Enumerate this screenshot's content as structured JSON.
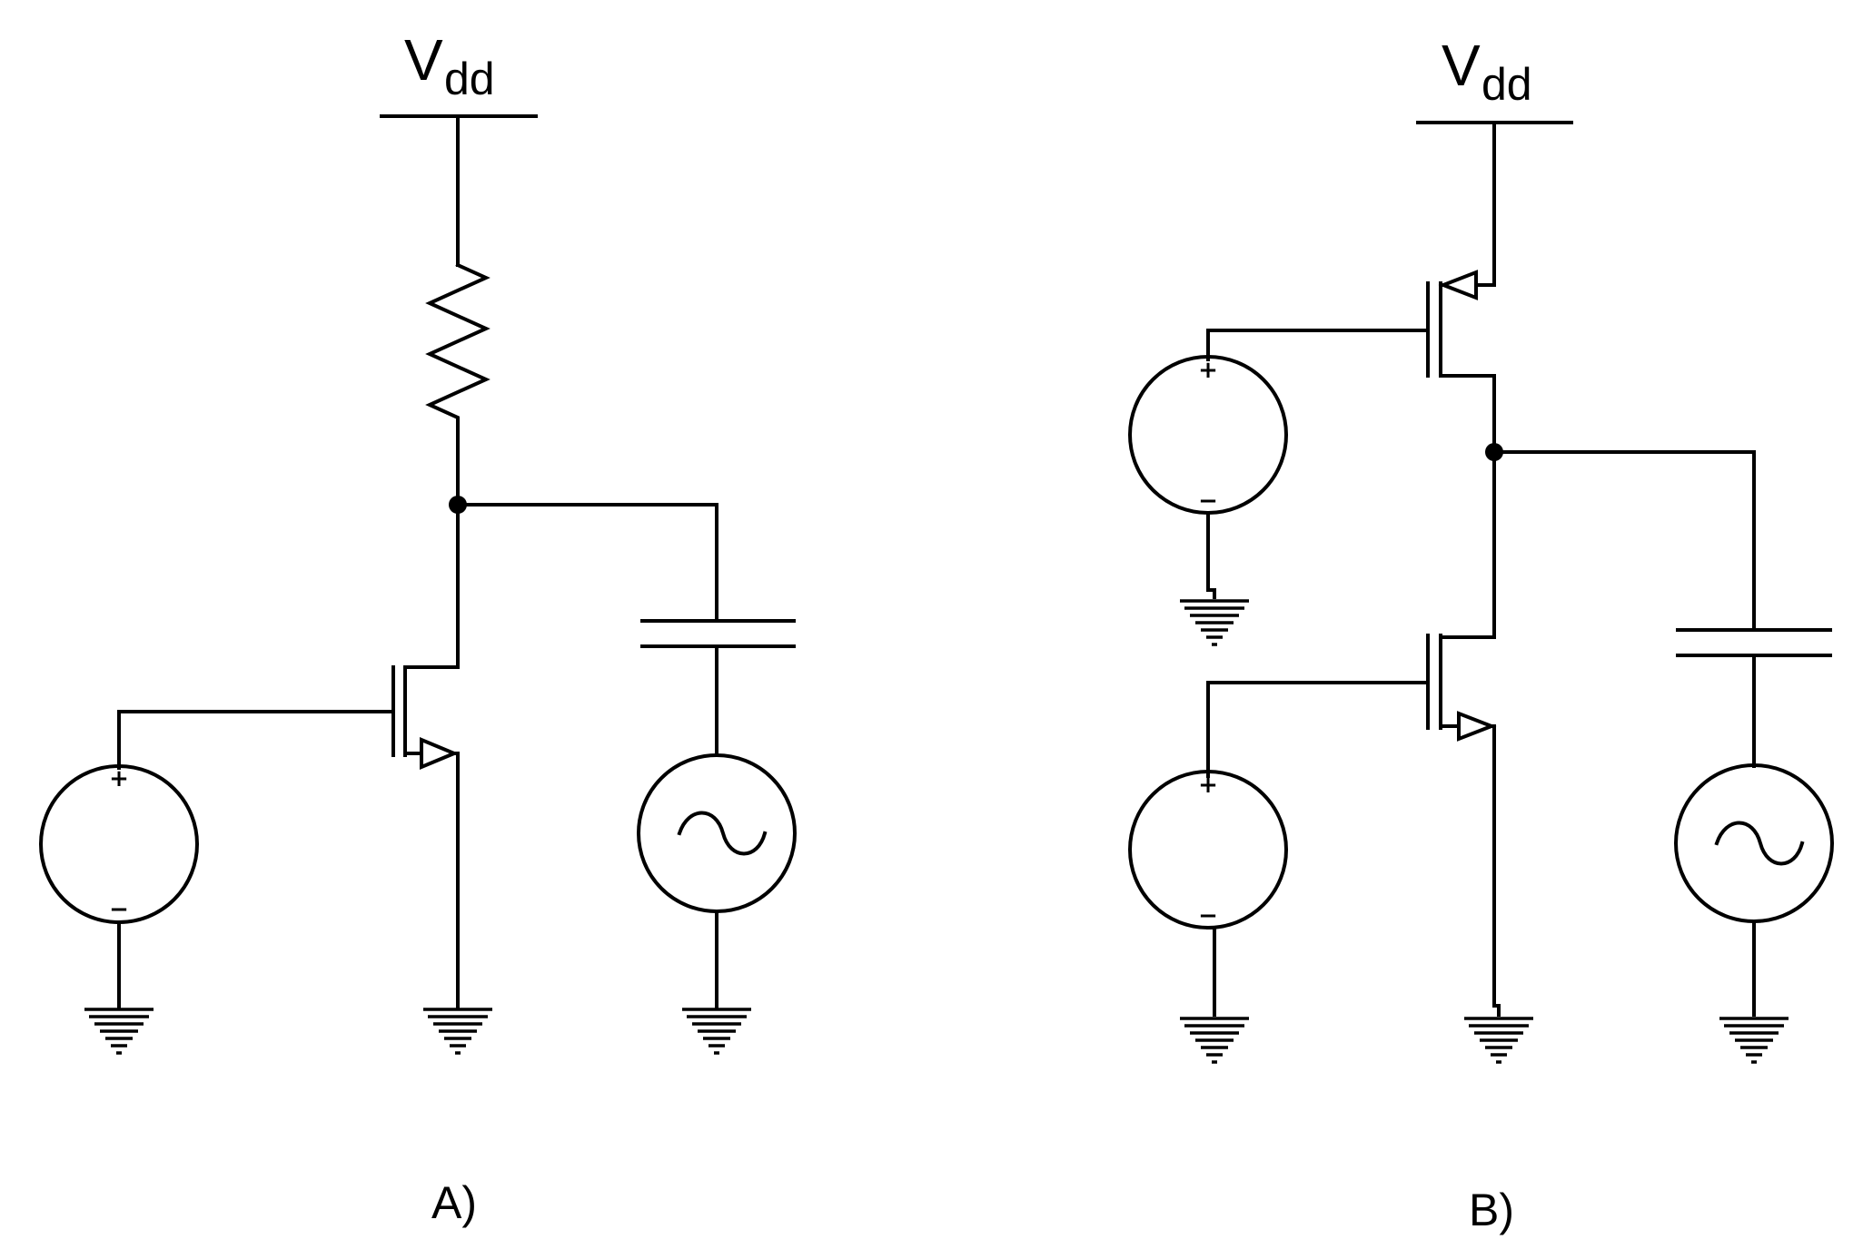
{
  "circuit_a": {
    "supply_label": {
      "main": "V",
      "sub": "dd"
    },
    "caption": "A)",
    "source_plus": "+",
    "source_minus": "−"
  },
  "circuit_b": {
    "supply_label": {
      "main": "V",
      "sub": "dd"
    },
    "caption": "B)",
    "top_source_plus": "+",
    "top_source_minus": "−",
    "bottom_source_plus": "+",
    "bottom_source_minus": "−"
  },
  "colors": {
    "ink": "#000000",
    "background": "#ffffff"
  }
}
